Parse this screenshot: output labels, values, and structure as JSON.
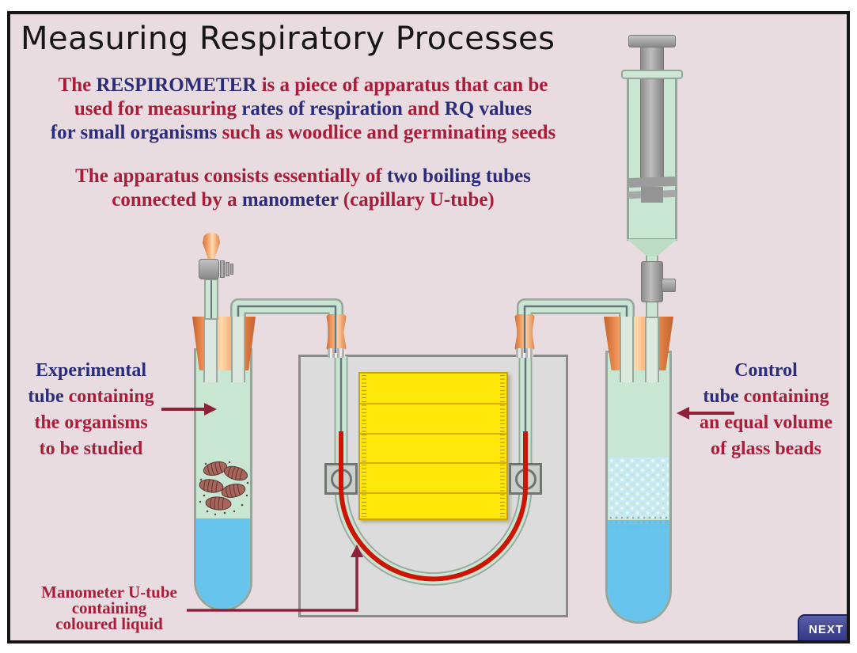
{
  "colors": {
    "background": "#e9dce1",
    "text_navy": "#2b2d7a",
    "text_red": "#a81d3a",
    "arrow_red": "#8e2038",
    "glass_green": "#c9e6d2",
    "liquid_blue": "#67c5ed",
    "manometer_liquid_red": "#cc1505",
    "ruler_yellow": "#ffe80a",
    "bung_orange": "#ef9257",
    "board_gray": "#dcdcdc",
    "button_navy": "#3b3f8e"
  },
  "slide": {
    "title": "Measuring Respiratory Processes",
    "intro": {
      "l1": {
        "s1": "The ",
        "s2": "RESPIROMETER ",
        "s3": "is a piece of apparatus that can be"
      },
      "l2": {
        "s1": "used for measuring ",
        "s2": "rates of respiration ",
        "s3": "and ",
        "s4": "RQ values"
      },
      "l3": {
        "s1": "for small organisms ",
        "s2": "such as woodlice and germinating seeds"
      }
    },
    "apparatus": {
      "l1": {
        "s1": "The apparatus consists essentially of ",
        "s2": "two boiling tubes"
      },
      "l2": {
        "s1": "connected by a ",
        "s2": "manometer ",
        "s3": "(capillary U-tube)"
      }
    },
    "labels": {
      "experimental": {
        "l1": "Experimental",
        "l2a": "tube ",
        "l2b": "containing",
        "l3": "the organisms",
        "l4": "to be studied"
      },
      "control": {
        "l1": "Control",
        "l2a": "tube ",
        "l2b": "containing",
        "l3": "an equal volume",
        "l4": "of glass beads"
      },
      "manometer": {
        "l1": "Manometer U-tube",
        "l2": "containing",
        "l3": "coloured liquid"
      }
    },
    "next_button": "NEXT"
  }
}
